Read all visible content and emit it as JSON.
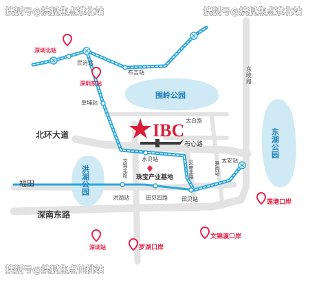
{
  "watermarks": {
    "top_left": "搜狐号@搜狐焦点淮北站",
    "top_right": "搜狐号@搜狐焦点淮北站",
    "bottom_left": "搜狐号@搜狐焦点仙桃站"
  },
  "logo": {
    "text": "IBC"
  },
  "roads": {
    "beihuan": "北环大道",
    "shennan": "深南东路",
    "futian": "福田",
    "dongxiao": "东晓路",
    "taibai": "太白路",
    "buxin": "布心路"
  },
  "parks": {
    "weiling": "围岭公园",
    "donghu": "东湖公园",
    "honghu": "洪湖公园"
  },
  "stations": {
    "minzhi": "民治站",
    "buji": "布吉站",
    "caopu": "草埔站",
    "shuibei": "水贝站",
    "wenjin_bei": "文锦北路",
    "beili_bei": "贝丽北路",
    "litong": "笋岗站",
    "taian": "太安站",
    "honghu": "洪湖站",
    "tianbeisi": "田贝四路",
    "tianbei": "田贝站"
  },
  "places": {
    "zhubao": "珠宝产业基地",
    "shenzhen_bei": "深圳北站",
    "shenzhen_dong": "深圳东站",
    "shenzhen": "深圳站",
    "luohu": "罗湖口岸",
    "wenjindu": "文锦渡口岸",
    "liantang": "莲塘口岸"
  },
  "colors": {
    "metro": "#2aa6dc",
    "pin": "#e6264a",
    "park": "#cfe9f5",
    "park_text": "#1a7fb8",
    "road": "#e3e3e3",
    "ibc": "#d91e3a"
  }
}
